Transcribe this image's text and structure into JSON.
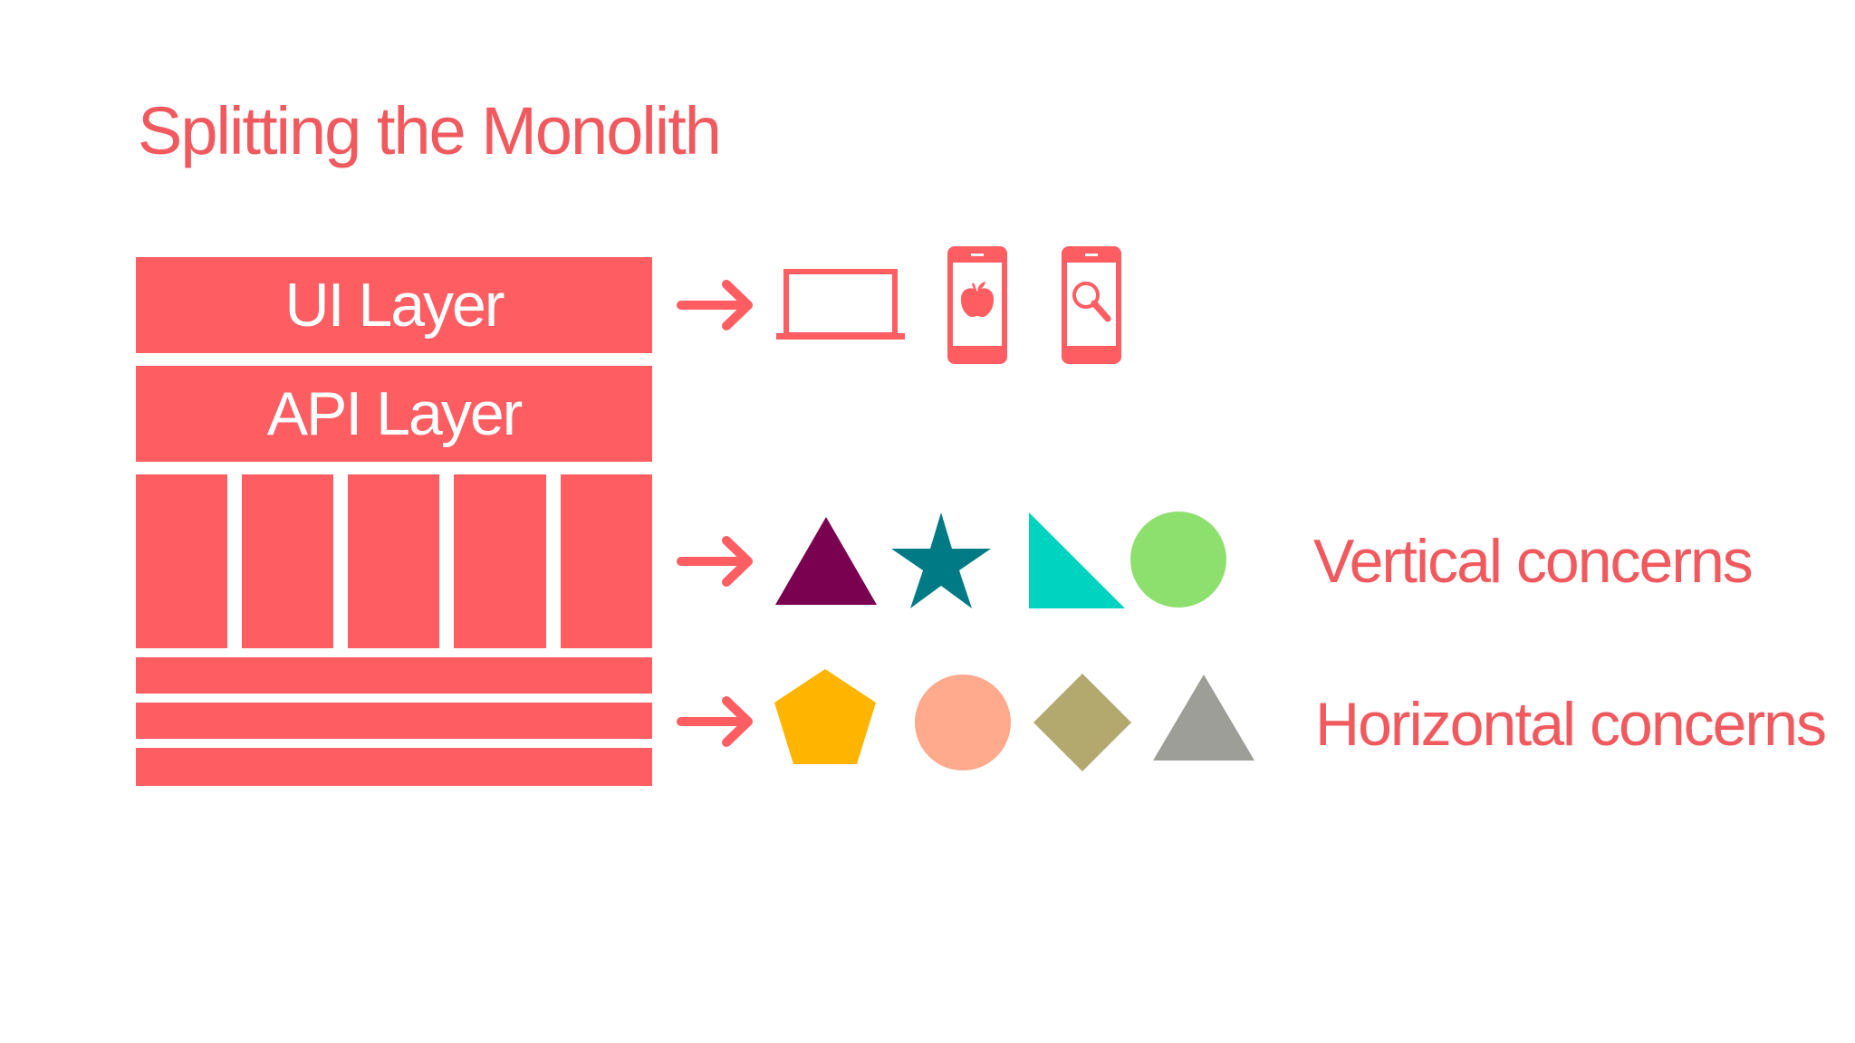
{
  "slide": {
    "title": "Splitting the Monolith"
  },
  "stack": {
    "ui_layer": "UI Layer",
    "api_layer": "API Layer"
  },
  "labels": {
    "vertical": "Vertical concerns",
    "horizontal": "Horizontal concerns"
  },
  "colors": {
    "accent": "#fe5d62",
    "text_accent": "#f05a5f",
    "vertical_shapes": [
      "#7a0050",
      "#007a85",
      "#00d4c0",
      "#8ee06e"
    ],
    "horizontal_shapes": [
      "#ffb400",
      "#ffaa8c",
      "#b3a86e",
      "#9e9e98"
    ]
  },
  "icons": {
    "row1": [
      "laptop-icon",
      "apple-phone-icon",
      "search-phone-icon"
    ],
    "row2": [
      "triangle-icon",
      "star-icon",
      "right-triangle-icon",
      "circle-icon"
    ],
    "row3": [
      "pentagon-icon",
      "circle-icon",
      "diamond-icon",
      "triangle-icon"
    ]
  }
}
